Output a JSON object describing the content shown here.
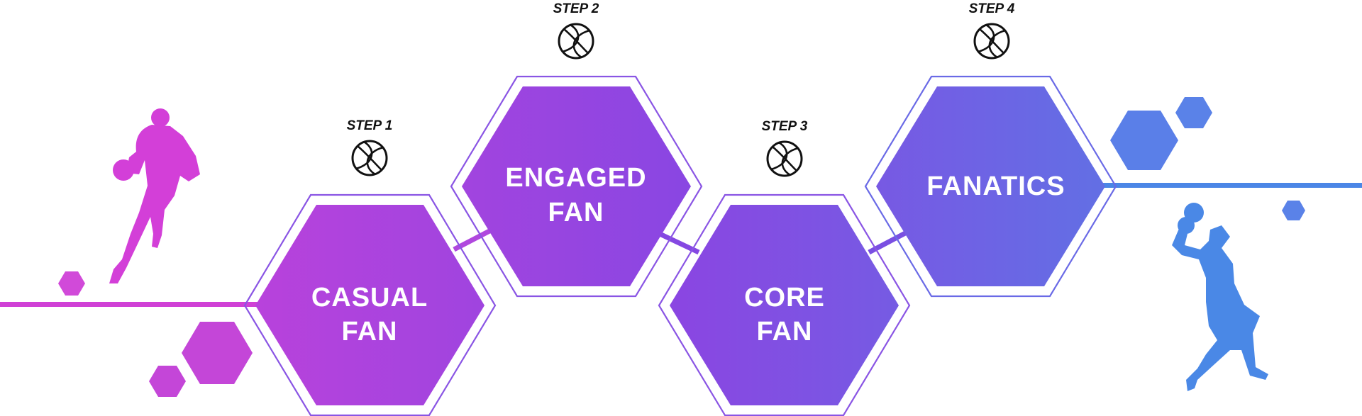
{
  "colors": {
    "magenta": "#d13fd9",
    "purple": "#8a46e2",
    "blue": "#4b86e6",
    "outline": "#7a52e6",
    "ball": "#111111"
  },
  "icons": [
    "basketball-icon",
    "player-dribbling-silhouette",
    "player-shooting-silhouette"
  ],
  "steps": [
    {
      "step_label": "STEP 1",
      "line1": "CASUAL",
      "line2": "FAN"
    },
    {
      "step_label": "STEP 2",
      "line1": "ENGAGED",
      "line2": "FAN"
    },
    {
      "step_label": "STEP 3",
      "line1": "CORE",
      "line2": "FAN"
    },
    {
      "step_label": "STEP 4",
      "line1": "FANATICS",
      "line2": ""
    }
  ]
}
